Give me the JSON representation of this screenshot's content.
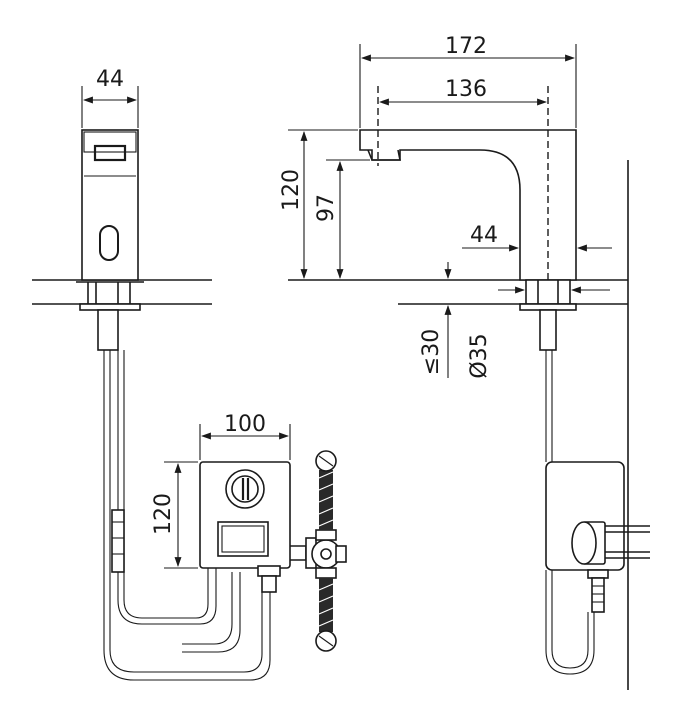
{
  "dimensions": {
    "front_width": "44",
    "box_width": "100",
    "box_height": "120",
    "side_length": "172",
    "spout_reach": "136",
    "spout_height": "120",
    "outlet_height": "97",
    "side_width": "44",
    "deck_thickness": "≤30",
    "hole_diameter": "Ø35"
  },
  "colors": {
    "line": "#1a1a1a",
    "background": "#ffffff"
  }
}
